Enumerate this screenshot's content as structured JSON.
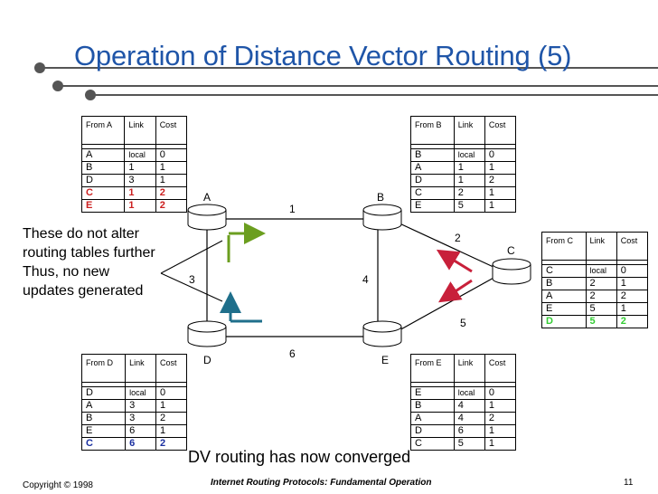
{
  "title": "Operation of Distance Vector Routing (5)",
  "tables": {
    "A": {
      "header": [
        "From A",
        "Link",
        "Cost"
      ],
      "rows": [
        [
          "A",
          "local",
          "0"
        ],
        [
          "B",
          "1",
          "1"
        ],
        [
          "D",
          "3",
          "1"
        ],
        [
          "C",
          "1",
          "2"
        ],
        [
          "E",
          "1",
          "2"
        ]
      ]
    },
    "B": {
      "header": [
        "From B",
        "Link",
        "Cost"
      ],
      "rows": [
        [
          "B",
          "local",
          "0"
        ],
        [
          "A",
          "1",
          "1"
        ],
        [
          "D",
          "1",
          "2"
        ],
        [
          "C",
          "2",
          "1"
        ],
        [
          "E",
          "5",
          "1"
        ]
      ]
    },
    "C": {
      "header": [
        "From C",
        "Link",
        "Cost"
      ],
      "rows": [
        [
          "C",
          "local",
          "0"
        ],
        [
          "B",
          "2",
          "1"
        ],
        [
          "A",
          "2",
          "2"
        ],
        [
          "E",
          "5",
          "1"
        ],
        [
          "D",
          "5",
          "2"
        ]
      ]
    },
    "D": {
      "header": [
        "From D",
        "Link",
        "Cost"
      ],
      "rows": [
        [
          "D",
          "local",
          "0"
        ],
        [
          "A",
          "3",
          "1"
        ],
        [
          "B",
          "3",
          "2"
        ],
        [
          "E",
          "6",
          "1"
        ],
        [
          "C",
          "6",
          "2"
        ]
      ]
    },
    "E": {
      "header": [
        "From E",
        "Link",
        "Cost"
      ],
      "rows": [
        [
          "E",
          "local",
          "0"
        ],
        [
          "B",
          "4",
          "1"
        ],
        [
          "A",
          "4",
          "2"
        ],
        [
          "D",
          "6",
          "1"
        ],
        [
          "C",
          "5",
          "1"
        ]
      ]
    }
  },
  "nodes": {
    "A": "A",
    "B": "B",
    "C": "C",
    "D": "D",
    "E": "E"
  },
  "links": {
    "l1": "1",
    "l2": "2",
    "l3": "3",
    "l4": "4",
    "l5": "5",
    "l6": "6"
  },
  "note_lines": [
    "These do not alter",
    "routing tables further",
    "Thus, no new",
    "updates generated"
  ],
  "converged": "DV routing has now converged",
  "footer": {
    "copyright": "Copyright © 1998",
    "course": "Internet Routing Protocols: Fundamental Operation",
    "page": "11"
  },
  "colors": {
    "title": "#1f55a8",
    "red": "#cc2020",
    "green": "#33cc33",
    "blue": "#1a2fa0",
    "arrow_green": "#6b9e1f",
    "arrow_teal": "#1f6f8b",
    "arrow_red": "#c8203a"
  }
}
